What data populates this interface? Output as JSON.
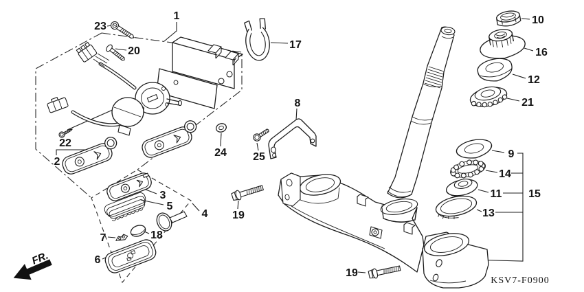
{
  "diagram": {
    "code": "KSV7-F0900",
    "direction_label": "FR."
  },
  "labels": {
    "part1": "1",
    "part2": "2",
    "part3": "3",
    "part4": "4",
    "part5": "5",
    "part6": "6",
    "part7": "7",
    "part8": "8",
    "part9": "9",
    "part10": "10",
    "part11": "11",
    "part12": "12",
    "part13": "13",
    "part14": "14",
    "part15": "15",
    "part16": "16",
    "part17": "17",
    "part18": "18",
    "part19": "19",
    "part20": "20",
    "part21": "21",
    "part22": "22",
    "part23": "23",
    "part24": "24",
    "part25": "25"
  }
}
